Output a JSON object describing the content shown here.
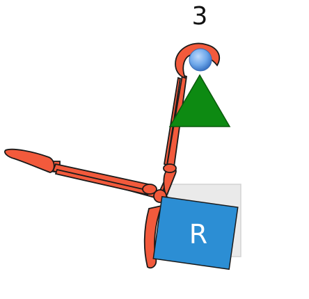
{
  "step_number": "3",
  "block_label": "R",
  "colors": {
    "bone": "#f25a3c",
    "bone_stroke": "#1a1a1a",
    "cervical": "#7ec04a",
    "lumbar": "#f4ea32",
    "thoracic": "#4636a8",
    "block_fill": "#2c8ed4",
    "block_ghost": "#d8d8d8",
    "triangle": "#0d8a12",
    "ball": "#6fa8ea"
  },
  "icons": [
    "skeleton-figure",
    "triangle-marker",
    "ball-marker",
    "block-marker"
  ]
}
